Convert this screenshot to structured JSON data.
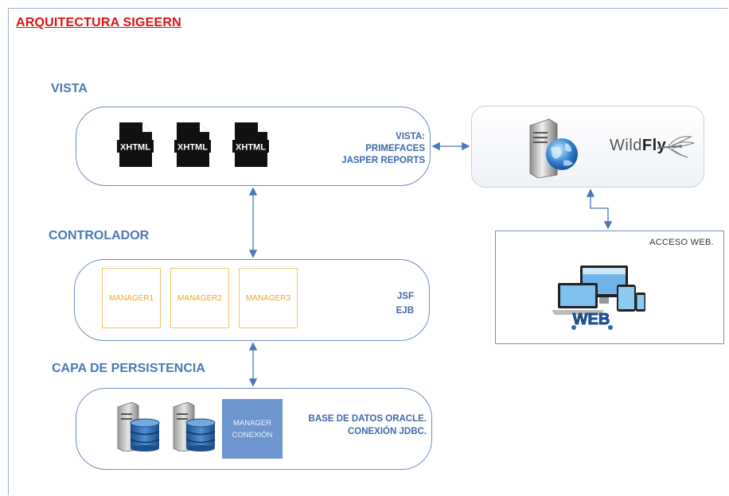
{
  "title": "ARQUITECTURA SIGEERN",
  "sections": {
    "vista": "VISTA",
    "controlador": "CONTROLADOR",
    "persistencia": "CAPA DE PERSISTENCIA"
  },
  "vista": {
    "files": [
      "XHTML",
      "XHTML",
      "XHTML"
    ],
    "tech": [
      "VISTA:",
      "PRIMEFACES",
      "JASPER REPORTS"
    ]
  },
  "controlador": {
    "managers": [
      "MANAGER1",
      "MANAGER2",
      "MANAGER3"
    ],
    "tech": [
      "JSF",
      "EJB"
    ]
  },
  "persistencia": {
    "manager_conexion": [
      "MANAGER",
      "CONEXIÓN"
    ],
    "tech": [
      "BASE DE DATOS ORACLE.",
      "CONEXIÓN JDBC."
    ]
  },
  "server": {
    "brand_prefix": "Wild",
    "brand_bold": "Fly"
  },
  "web": {
    "label": "ACCESO WEB.",
    "badge": "WEB"
  },
  "colors": {
    "title": "#e01010",
    "heading": "#4a78b8",
    "border": "#6f8fbf",
    "manager": "#f2c46b",
    "conexion_fill": "#6d96ce"
  }
}
